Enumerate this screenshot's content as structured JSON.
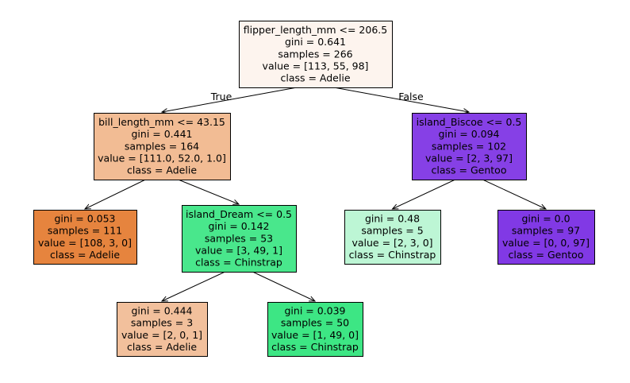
{
  "tree": {
    "nodes": [
      {
        "id": "root",
        "lines": [
          "flipper_length_mm <= 206.5",
          "gini = 0.641",
          "samples = 266",
          "value = [113, 55, 98]",
          "class = Adelie"
        ],
        "fill": "#fdf4ee"
      },
      {
        "id": "n1",
        "lines": [
          "bill_length_mm <= 43.15",
          "gini = 0.441",
          "samples = 164",
          "value = [111.0, 52.0, 1.0]",
          "class = Adelie"
        ],
        "fill": "#f2bc94"
      },
      {
        "id": "n2",
        "lines": [
          "gini = 0.053",
          "samples = 111",
          "value = [108, 3, 0]",
          "class = Adelie"
        ],
        "fill": "#e6843e"
      },
      {
        "id": "n3",
        "lines": [
          "island_Dream <= 0.5",
          "gini = 0.142",
          "samples = 53",
          "value = [3, 49, 1]",
          "class = Chinstrap"
        ],
        "fill": "#49e78c"
      },
      {
        "id": "n4",
        "lines": [
          "gini = 0.444",
          "samples = 3",
          "value = [2, 0, 1]",
          "class = Adelie"
        ],
        "fill": "#f2c09c"
      },
      {
        "id": "n5",
        "lines": [
          "gini = 0.039",
          "samples = 50",
          "value = [1, 49, 0]",
          "class = Chinstrap"
        ],
        "fill": "#3de684"
      },
      {
        "id": "n6",
        "lines": [
          "island_Biscoe <= 0.5",
          "gini = 0.094",
          "samples = 102",
          "value = [2, 3, 97]",
          "class = Gentoo"
        ],
        "fill": "#8640e6"
      },
      {
        "id": "n7",
        "lines": [
          "gini = 0.48",
          "samples = 5",
          "value = [2, 3, 0]",
          "class = Chinstrap"
        ],
        "fill": "#bdf6d5"
      },
      {
        "id": "n8",
        "lines": [
          "gini = 0.0",
          "samples = 97",
          "value = [0, 0, 97]",
          "class = Gentoo"
        ],
        "fill": "#8139e5"
      }
    ],
    "edges": [
      {
        "from": "root",
        "to": "n1",
        "label": "True"
      },
      {
        "from": "root",
        "to": "n6",
        "label": "False"
      },
      {
        "from": "n1",
        "to": "n2",
        "label": ""
      },
      {
        "from": "n1",
        "to": "n3",
        "label": ""
      },
      {
        "from": "n3",
        "to": "n4",
        "label": ""
      },
      {
        "from": "n3",
        "to": "n5",
        "label": ""
      },
      {
        "from": "n6",
        "to": "n7",
        "label": ""
      },
      {
        "from": "n6",
        "to": "n8",
        "label": ""
      }
    ]
  }
}
